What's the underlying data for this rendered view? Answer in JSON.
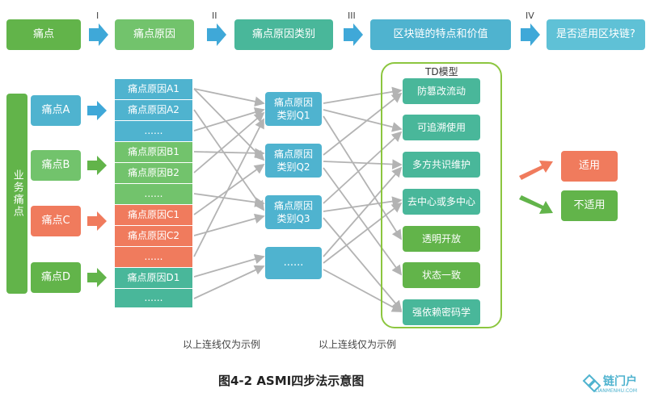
{
  "steps": {
    "s1": "痛点",
    "s2": "痛点原因",
    "s3": "痛点原因类别",
    "s4": "区块链的特点和价值",
    "s5": "是否适用区块链?",
    "r1": "I",
    "r2": "II",
    "r3": "III",
    "r4": "IV"
  },
  "side_label": "业务痛点",
  "pain_points": [
    "痛点A",
    "痛点B",
    "痛点C",
    "痛点D"
  ],
  "causes": {
    "A1": "痛点原因A1",
    "A2": "痛点原因A2",
    "B1": "痛点原因B1",
    "B2": "痛点原因B2",
    "C1": "痛点原因C1",
    "C2": "痛点原因C2",
    "D1": "痛点原因D1",
    "ellipsis": "......"
  },
  "categories": {
    "q1_line1": "痛点原因",
    "q1_line2": "类别Q1",
    "q2_line1": "痛点原因",
    "q2_line2": "类别Q2",
    "q3_line1": "痛点原因",
    "q3_line2": "类别Q3",
    "ellipsis": "......"
  },
  "td_model": {
    "title": "TD模型",
    "items": [
      "防篡改流动",
      "可追溯使用",
      "多方共识维护",
      "去中心或多中心",
      "透明开放",
      "状态一致",
      "强依赖密码学"
    ]
  },
  "result": {
    "applicable": "适用",
    "not_applicable": "不适用"
  },
  "notes": {
    "n1": "以上连线仅为示例",
    "n2": "以上连线仅为示例"
  },
  "caption": "图4-2  ASMI四步法示意图",
  "logo": {
    "name": "链门户",
    "sub": "LIANMENHU.COM"
  },
  "colors": {
    "green": "#62b44a",
    "blue": "#4fb3cf",
    "salmon": "#f07b5d",
    "arrow_blue": "#3fa8d8",
    "line_gray": "#b3b3b3"
  }
}
